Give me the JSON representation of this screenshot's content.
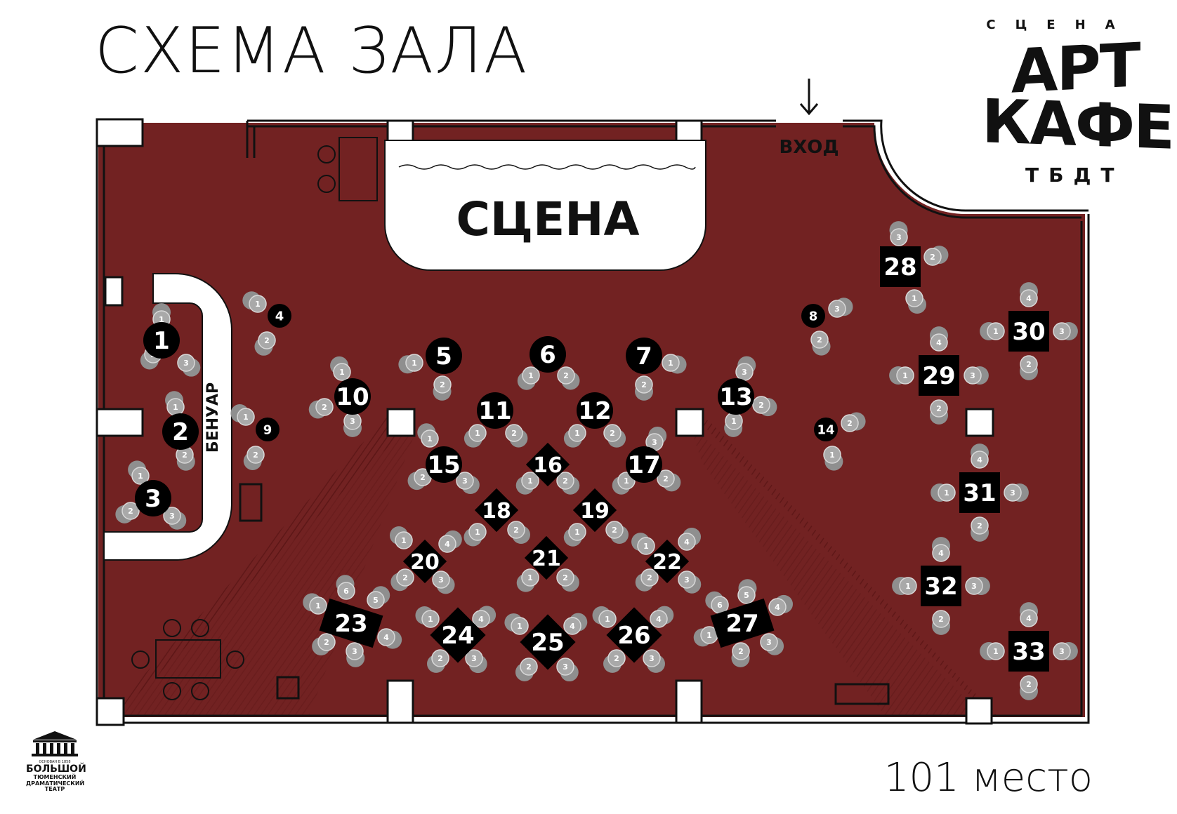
{
  "title": "СХЕМА ЗАЛА",
  "capacity": "101 место",
  "logo": {
    "line1": "СЦЕНА",
    "line2": "АРТ",
    "line3": "КАФЕ",
    "line4": "ТБДТ"
  },
  "theatre_logo": {
    "founded": "ОСНОВАН В 1858",
    "name": "БОЛЬШОЙ",
    "line1": "ТЮМЕНСКИЙ",
    "line2": "ДРАМАТИЧЕСКИЙ",
    "line3": "ТЕАТР"
  },
  "entrance_label": "ВХОД",
  "stage_label": "СЦЕНА",
  "benuar_label": "БЕНУАР",
  "colors": {
    "floor": "#722222",
    "table": "#000000",
    "chair": "#a9a9a9",
    "wall": "#ffffff",
    "wall_line": "#111111"
  },
  "tables": [
    {
      "number": "1",
      "shape": "round",
      "seats": [
        "1",
        "2",
        "3"
      ]
    },
    {
      "number": "2",
      "shape": "round",
      "seats": [
        "1",
        "2"
      ]
    },
    {
      "number": "3",
      "shape": "round",
      "seats": [
        "1",
        "2",
        "3"
      ]
    },
    {
      "number": "4",
      "shape": "round-small",
      "seats": [
        "1",
        "2"
      ]
    },
    {
      "number": "5",
      "shape": "round",
      "seats": [
        "1",
        "2"
      ]
    },
    {
      "number": "6",
      "shape": "round",
      "seats": [
        "1",
        "2"
      ]
    },
    {
      "number": "7",
      "shape": "round",
      "seats": [
        "1",
        "2"
      ]
    },
    {
      "number": "8",
      "shape": "round-small",
      "seats": [
        "2",
        "3"
      ]
    },
    {
      "number": "9",
      "shape": "round-small",
      "seats": [
        "1",
        "2"
      ]
    },
    {
      "number": "10",
      "shape": "round",
      "seats": [
        "1",
        "2",
        "3"
      ]
    },
    {
      "number": "11",
      "shape": "round",
      "seats": [
        "1",
        "2"
      ]
    },
    {
      "number": "12",
      "shape": "round",
      "seats": [
        "1",
        "2"
      ]
    },
    {
      "number": "13",
      "shape": "round",
      "seats": [
        "1",
        "2",
        "3"
      ]
    },
    {
      "number": "14",
      "shape": "round-small",
      "seats": [
        "1",
        "2"
      ]
    },
    {
      "number": "15",
      "shape": "round",
      "seats": [
        "1",
        "2",
        "3"
      ]
    },
    {
      "number": "16",
      "shape": "diamond",
      "seats": [
        "1",
        "2"
      ]
    },
    {
      "number": "17",
      "shape": "round",
      "seats": [
        "1",
        "2",
        "3"
      ]
    },
    {
      "number": "18",
      "shape": "diamond",
      "seats": [
        "1",
        "2"
      ]
    },
    {
      "number": "19",
      "shape": "diamond",
      "seats": [
        "1",
        "2"
      ]
    },
    {
      "number": "20",
      "shape": "diamond",
      "seats": [
        "1",
        "2",
        "3",
        "4"
      ]
    },
    {
      "number": "21",
      "shape": "diamond",
      "seats": [
        "1",
        "2"
      ]
    },
    {
      "number": "22",
      "shape": "diamond",
      "seats": [
        "1",
        "2",
        "3",
        "4"
      ]
    },
    {
      "number": "23",
      "shape": "rect",
      "seats": [
        "1",
        "2",
        "3",
        "4",
        "5",
        "6"
      ]
    },
    {
      "number": "24",
      "shape": "diamond-large",
      "seats": [
        "1",
        "2",
        "3",
        "4"
      ]
    },
    {
      "number": "25",
      "shape": "diamond-large",
      "seats": [
        "1",
        "2",
        "3",
        "4"
      ]
    },
    {
      "number": "26",
      "shape": "diamond-large",
      "seats": [
        "1",
        "2",
        "3",
        "4"
      ]
    },
    {
      "number": "27",
      "shape": "rect",
      "seats": [
        "1",
        "2",
        "3",
        "4",
        "5",
        "6"
      ]
    },
    {
      "number": "28",
      "shape": "square",
      "seats": [
        "1",
        "2",
        "3"
      ]
    },
    {
      "number": "29",
      "shape": "square",
      "seats": [
        "1",
        "2",
        "3",
        "4"
      ]
    },
    {
      "number": "30",
      "shape": "square",
      "seats": [
        "1",
        "2",
        "3",
        "4"
      ]
    },
    {
      "number": "31",
      "shape": "square",
      "seats": [
        "1",
        "2",
        "3",
        "4"
      ]
    },
    {
      "number": "32",
      "shape": "square",
      "seats": [
        "1",
        "2",
        "3",
        "4"
      ]
    },
    {
      "number": "33",
      "shape": "square",
      "seats": [
        "1",
        "2",
        "3",
        "4"
      ]
    }
  ]
}
